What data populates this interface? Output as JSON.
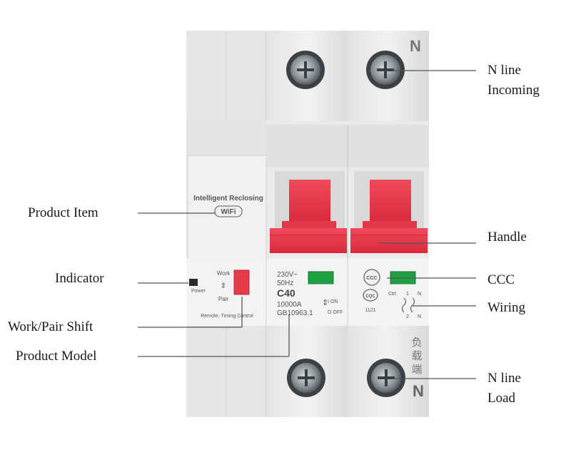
{
  "device": {
    "top_n_mark": "N",
    "bottom_n_mark": "N",
    "product_title": "Intelligent Reclosing",
    "wifi_badge": "WiFi",
    "work_label": "Work",
    "pair_label": "Pair",
    "power_label": "Power",
    "remote_label": "Remote, Timing Control",
    "rating_voltage": "230V~",
    "rating_freq": "50Hz",
    "model": "C40",
    "breaking_capacity": "10000A",
    "standard": "GB10963.1",
    "on_label": "I ON",
    "off_label": "O OFF",
    "ccc_mark": "CCC",
    "cqc_mark": "CQC",
    "cqc_code": "1121",
    "wiring_ctrl": "Ctrl",
    "wiring_1": "1",
    "wiring_n": "N",
    "wiring_2": "2",
    "load_chars": [
      "负",
      "载",
      "端"
    ]
  },
  "callouts": {
    "n_line_incoming_1": "N line",
    "n_line_incoming_2": "Incoming",
    "product_item": "Product Item",
    "handle": "Handle",
    "indicator": "Indicator",
    "ccc": "CCC",
    "wiring": "Wiring",
    "work_pair_shift": "Work/Pair Shift",
    "product_model": "Product Model",
    "n_line_load_1": "N line",
    "n_line_load_2": "Load"
  },
  "colors": {
    "housing": "#ececec",
    "housing_shade": "#d6d6d6",
    "handle_red": "#e8394a",
    "indicator_green": "#1fa043",
    "leader_line": "#555555"
  }
}
